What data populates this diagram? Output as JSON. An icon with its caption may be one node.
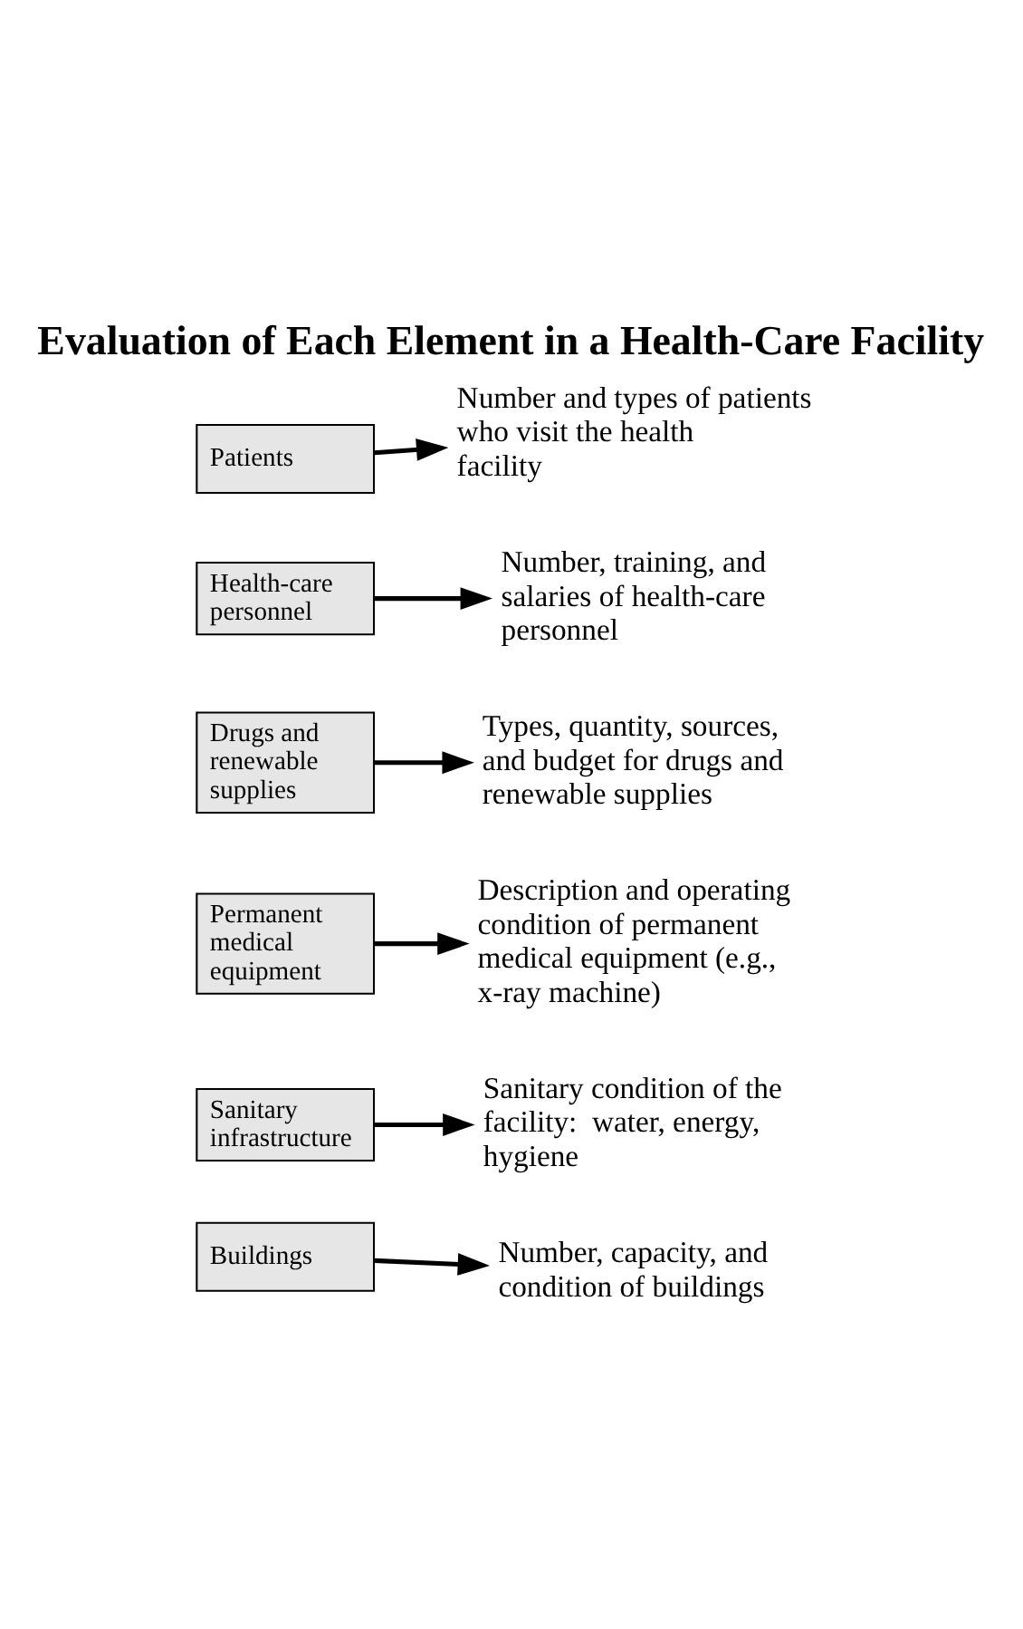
{
  "diagram": {
    "title": "Evaluation of Each Element in a Health-Care Facility",
    "nodes": [
      {
        "text": [
          "Patients"
        ]
      },
      {
        "text": [
          "Number and types of patients who visit the health facility"
        ]
      },
      {
        "text": [
          "Health-care personnel"
        ]
      },
      {
        "text": [
          "Number, training, and salaries of health-care personnel"
        ]
      },
      {
        "text": [
          "Drugs and renewable supplies"
        ]
      },
      {
        "text": [
          "Types, quantity, sources, and budget for drugs and renewable supplies"
        ]
      },
      {
        "text": [
          "Permanent medical equipment"
        ]
      },
      {
        "text": [
          "Description and operating condition of permanent medical equipment (e.g., x-ray machine)"
        ]
      },
      {
        "text": [
          "Sanitary infrastructure"
        ]
      },
      {
        "text": [
          "Sanitary condition of the facility:  water, energy, hygiene"
        ]
      },
      {
        "text": [
          "Buildings"
        ]
      },
      {
        "text": [
          "Number, capacity, and condition of buildings"
        ]
      }
    ],
    "edges": [
      {
        "from": 0,
        "to": 1,
        "arrow": "to"
      },
      {
        "from": 2,
        "to": 3,
        "arrow": "to"
      },
      {
        "from": 4,
        "to": 5,
        "arrow": "to"
      },
      {
        "from": 6,
        "to": 7,
        "arrow": "to"
      },
      {
        "from": 8,
        "to": 9,
        "arrow": "to"
      },
      {
        "from": 10,
        "to": 11,
        "arrow": "to"
      }
    ]
  }
}
